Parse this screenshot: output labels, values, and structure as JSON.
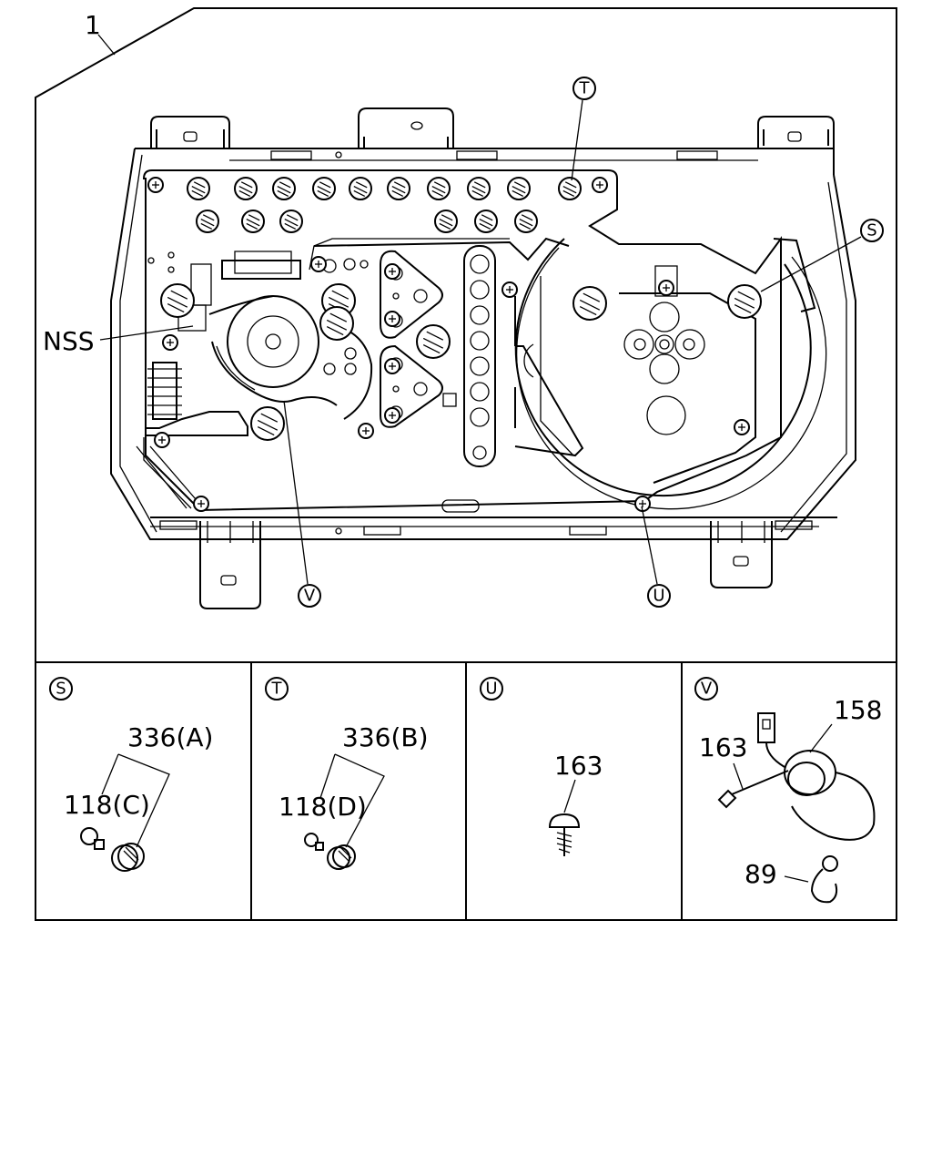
{
  "main_view": {
    "assembly_ref": "1",
    "nss_label": "NSS",
    "callouts": {
      "s": "S",
      "t": "T",
      "u": "U",
      "v": "V"
    }
  },
  "detail_panels": [
    {
      "key": "S",
      "parts": {
        "socket": "336(A)",
        "bulb": "118(C)"
      }
    },
    {
      "key": "T",
      "parts": {
        "socket": "336(B)",
        "bulb": "118(D)"
      }
    },
    {
      "key": "U",
      "parts": {
        "screw": "163"
      }
    },
    {
      "key": "V",
      "parts": {
        "buzzer": "158",
        "screw": "163",
        "clip": "89"
      }
    }
  ]
}
